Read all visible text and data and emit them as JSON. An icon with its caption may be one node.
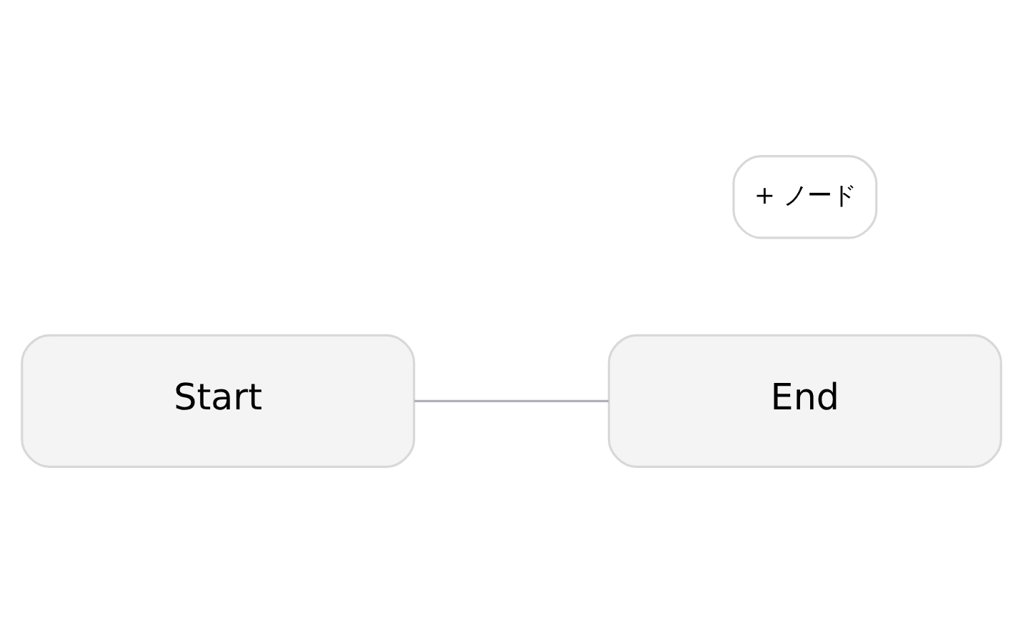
{
  "diagram": {
    "nodes": [
      {
        "text": [
          "Start"
        ]
      },
      {
        "text": [
          "End"
        ]
      }
    ],
    "edges": [
      {
        "from": 0,
        "to": 1,
        "arrow": "none"
      }
    ],
    "labels": [
      "+ ノード"
    ]
  }
}
